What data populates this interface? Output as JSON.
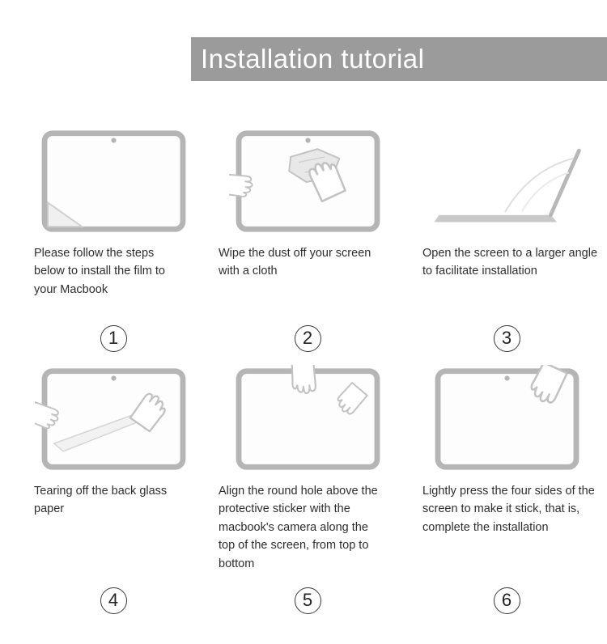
{
  "header": {
    "title": "Installation tutorial",
    "bg_color": "#9b9b9b"
  },
  "steps": [
    {
      "number": "1",
      "icon": "macbook-screen-peel-icon",
      "caption": "Please follow the steps below to install the film to your Macbook"
    },
    {
      "number": "2",
      "icon": "wipe-cloth-icon",
      "caption": "Wipe the dust off your screen with a cloth"
    },
    {
      "number": "3",
      "icon": "open-laptop-icon",
      "caption": "Open the screen to a larger angle to facilitate installation"
    },
    {
      "number": "4",
      "icon": "tear-backing-icon",
      "caption": "Tearing off the back glass paper"
    },
    {
      "number": "5",
      "icon": "align-camera-icon",
      "caption": "Align the round hole above the protective sticker with the macbook's camera along the top of the screen, from top to bottom"
    },
    {
      "number": "6",
      "icon": "press-sides-icon",
      "caption": "Lightly press the four sides of the screen to make it stick, that is, complete the installation"
    }
  ]
}
